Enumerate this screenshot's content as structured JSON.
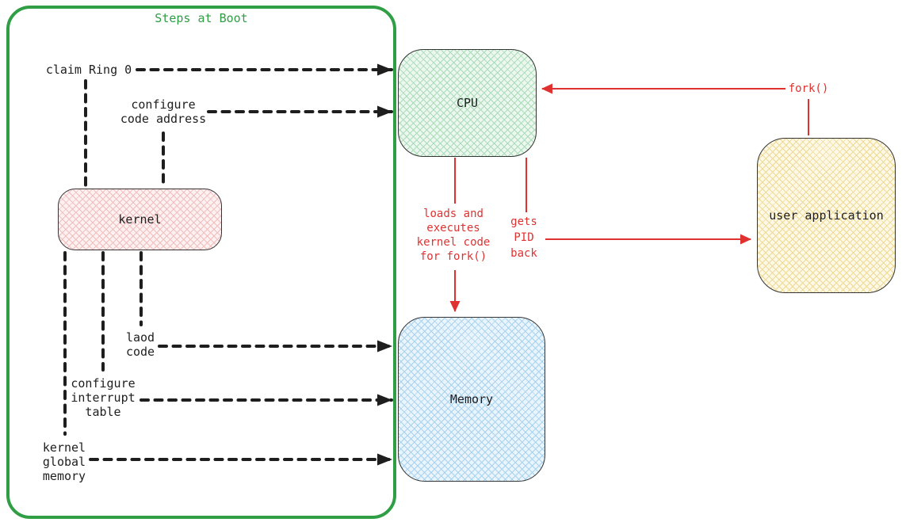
{
  "diagram": {
    "group_title": "Steps at Boot",
    "nodes": {
      "kernel": "kernel",
      "cpu": "CPU",
      "memory": "Memory",
      "user_application": "user application"
    },
    "boot_steps": {
      "claim_ring_0": "claim Ring 0",
      "configure_code_address": "configure\ncode address",
      "load_code": "laod\ncode",
      "configure_interrupt_table": "configure\ninterrupt\ntable",
      "kernel_global_memory": "kernel\nglobal\nmemory"
    },
    "fork_flow": {
      "fork_call": "fork()",
      "loads_and_executes": "loads and\nexecutes\nkernel code\nfor fork()",
      "gets_pid_back": "gets\nPID\nback"
    },
    "colors": {
      "container_green": "#2f9e44",
      "flow_red": "#e03131",
      "line_black": "#1e1e1e",
      "kernel_fill": "#fdf1f1",
      "cpu_fill": "#ecf8ef",
      "memory_fill": "#e9f4fc",
      "user_application_fill": "#fdf9e6"
    }
  }
}
